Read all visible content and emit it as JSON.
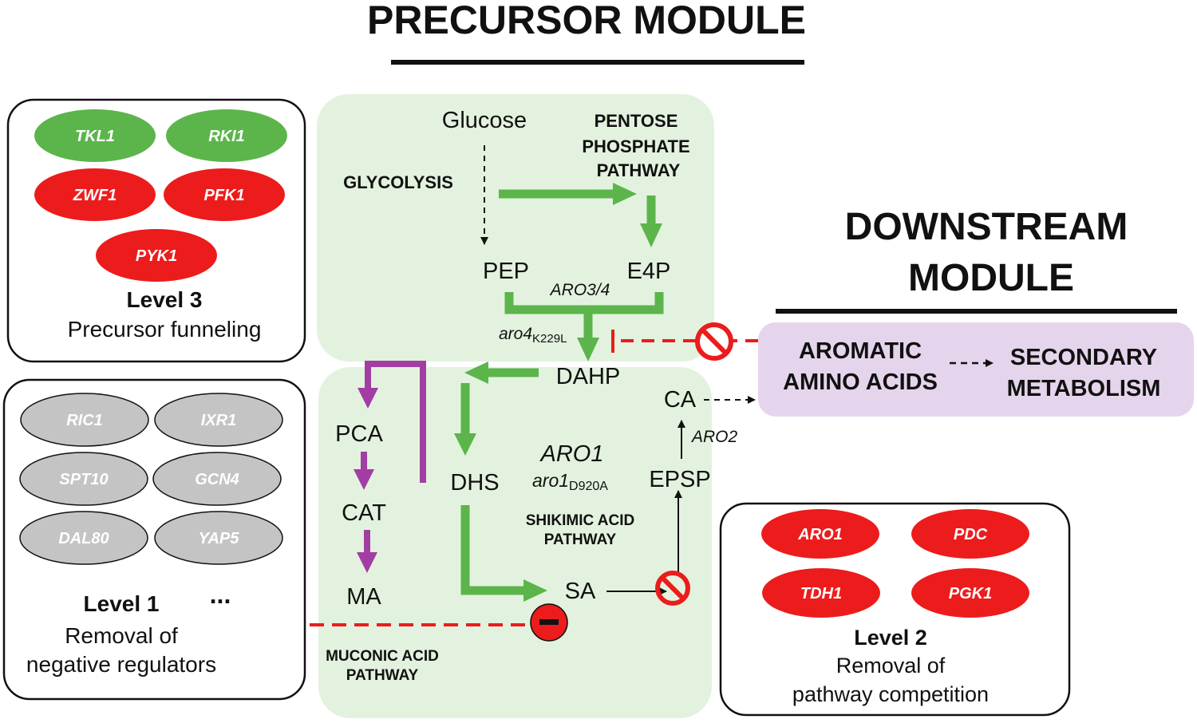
{
  "colors": {
    "green_box": "#e3f2de",
    "green_arrow": "#5bb54b",
    "purple_arrow": "#a23ea3",
    "red": "#ec1c1c",
    "grey": "#c4c4c4",
    "downstream_box": "#e5d5ec",
    "text": "#111111"
  },
  "headings": {
    "precursor": "PRECURSOR MODULE",
    "downstream_line1": "DOWNSTREAM",
    "downstream_line2": "MODULE"
  },
  "level3": {
    "genes": [
      {
        "name": "TKL1",
        "color": "green"
      },
      {
        "name": "RKI1",
        "color": "green"
      },
      {
        "name": "ZWF1",
        "color": "red"
      },
      {
        "name": "PFK1",
        "color": "red"
      },
      {
        "name": "PYK1",
        "color": "red"
      }
    ],
    "title": "Level 3",
    "subtitle": "Precursor funneling"
  },
  "level1": {
    "genes": [
      {
        "name": "RIC1",
        "color": "grey"
      },
      {
        "name": "IXR1",
        "color": "grey"
      },
      {
        "name": "SPT10",
        "color": "grey"
      },
      {
        "name": "GCN4",
        "color": "grey"
      },
      {
        "name": "DAL80",
        "color": "grey"
      },
      {
        "name": "YAP5",
        "color": "grey"
      }
    ],
    "ellipsis": "...",
    "title": "Level 1",
    "subtitle_line1": "Removal of",
    "subtitle_line2": "negative regulators"
  },
  "level2": {
    "genes": [
      {
        "name": "ARO1",
        "color": "red"
      },
      {
        "name": "PDC",
        "color": "red"
      },
      {
        "name": "TDH1",
        "color": "red"
      },
      {
        "name": "PGK1",
        "color": "red"
      }
    ],
    "title": "Level 2",
    "subtitle_line1": "Removal of",
    "subtitle_line2": "pathway competition"
  },
  "pathway": {
    "glucose": "Glucose",
    "glycolysis": "GLYCOLYSIS",
    "ppp_line1": "PENTOSE",
    "ppp_line2": "PHOSPHATE",
    "ppp_line3": "PATHWAY",
    "pep": "PEP",
    "e4p": "E4P",
    "aro34": "ARO3/4",
    "aro4_base": "aro4",
    "aro4_sub": "K229L",
    "dahp": "DAHP",
    "pca": "PCA",
    "cat": "CAT",
    "ma": "MA",
    "dhs": "DHS",
    "aro1": "ARO1",
    "aro1_base": "aro1",
    "aro1_sub": "D920A",
    "shikimic_line1": "SHIKIMIC ACID",
    "shikimic_line2": "PATHWAY",
    "sa": "SA",
    "epsp": "EPSP",
    "aro2": "ARO2",
    "ca": "CA",
    "muconic_line1": "MUCONIC ACID",
    "muconic_line2": "PATHWAY"
  },
  "downstream": {
    "aromatic_line1": "AROMATIC",
    "aromatic_line2": "AMINO ACIDS",
    "secondary_line1": "SECONDARY",
    "secondary_line2": "METABOLISM"
  }
}
